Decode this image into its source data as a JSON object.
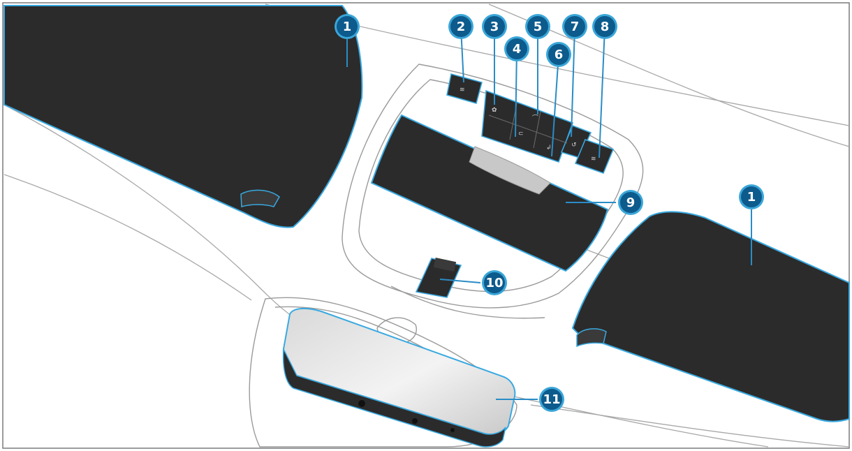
{
  "colors": {
    "callout_fill": "#0d5a8c",
    "callout_ring": "#3aa6d8",
    "callout_text": "#ffffff",
    "leader_line": "#2a8cc6",
    "component_dark": "#2b2b2b",
    "component_edge_glow": "#39a9e0",
    "outline": "#9a9a9a",
    "background": "#ffffff"
  },
  "callouts": [
    {
      "id": "c1a",
      "label": "1"
    },
    {
      "id": "c2",
      "label": "2"
    },
    {
      "id": "c3",
      "label": "3"
    },
    {
      "id": "c4",
      "label": "4"
    },
    {
      "id": "c5",
      "label": "5"
    },
    {
      "id": "c6",
      "label": "6"
    },
    {
      "id": "c7",
      "label": "7"
    },
    {
      "id": "c8",
      "label": "8"
    },
    {
      "id": "c9",
      "label": "9"
    },
    {
      "id": "c1b",
      "label": "1"
    },
    {
      "id": "c10",
      "label": "10"
    },
    {
      "id": "c11",
      "label": "11"
    }
  ],
  "components": {
    "sun_visor_left": "sun-visor",
    "sun_visor_right": "sun-visor",
    "overhead_control_panel": "overhead-control-panel",
    "sunglasses_compartment": "sunglasses-compartment",
    "interior_camera": "interior-camera",
    "rearview_mirror": "rearview-mirror",
    "button_icons": [
      "reading-lamp-icon",
      "interior-light-icon",
      "sos-icon",
      "roof-icon",
      "sliding-sunroof-icon",
      "roller-blind-icon",
      "reading-lamp-icon"
    ]
  }
}
